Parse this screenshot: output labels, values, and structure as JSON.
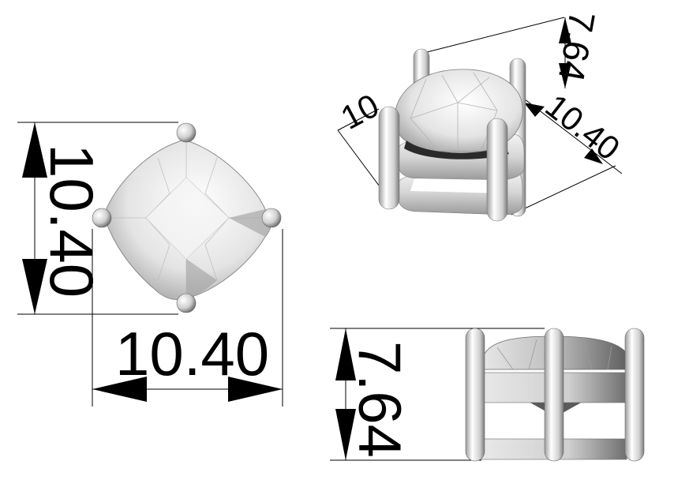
{
  "views": {
    "top": {
      "width_label": "10.40",
      "height_label": "10.40"
    },
    "iso": {
      "height_label": "7.64",
      "width_label": "10.40",
      "depth_label_partial": "10"
    },
    "front": {
      "height_label": "7.64"
    }
  },
  "colors": {
    "background": "#ffffff",
    "dimension": "#000000",
    "metal_light": "#f2f2f2",
    "metal_dark": "#8a8a8a",
    "gem": "#d8d8d8"
  }
}
